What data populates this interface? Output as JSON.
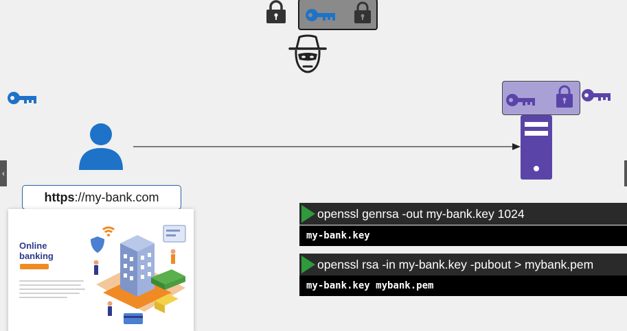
{
  "colors": {
    "background": "#f0f0f0",
    "key_blue": "#1e72c8",
    "server_purple": "#5b44a8",
    "server_keybox": "#a9a1d6",
    "command_green": "#2e9a3b",
    "arrow": "#333333"
  },
  "icons": {
    "top_lock": "padlock-icon",
    "top_key": "key-icon",
    "hacker": "hacker-icon",
    "user_key": "key-icon",
    "user": "user-icon",
    "server_key": "key-icon",
    "server_lock": "padlock-icon",
    "server": "server-icon"
  },
  "url": {
    "scheme": "https",
    "rest": "://my-bank.com"
  },
  "bank": {
    "title_line1": "Online",
    "title_line2": "banking"
  },
  "commands": [
    {
      "command": "openssl genrsa -out my-bank.key 1024",
      "output": "my-bank.key"
    },
    {
      "command": "openssl rsa -in my-bank.key -pubout > mybank.pem",
      "output": "my-bank.key mybank.pem"
    }
  ]
}
